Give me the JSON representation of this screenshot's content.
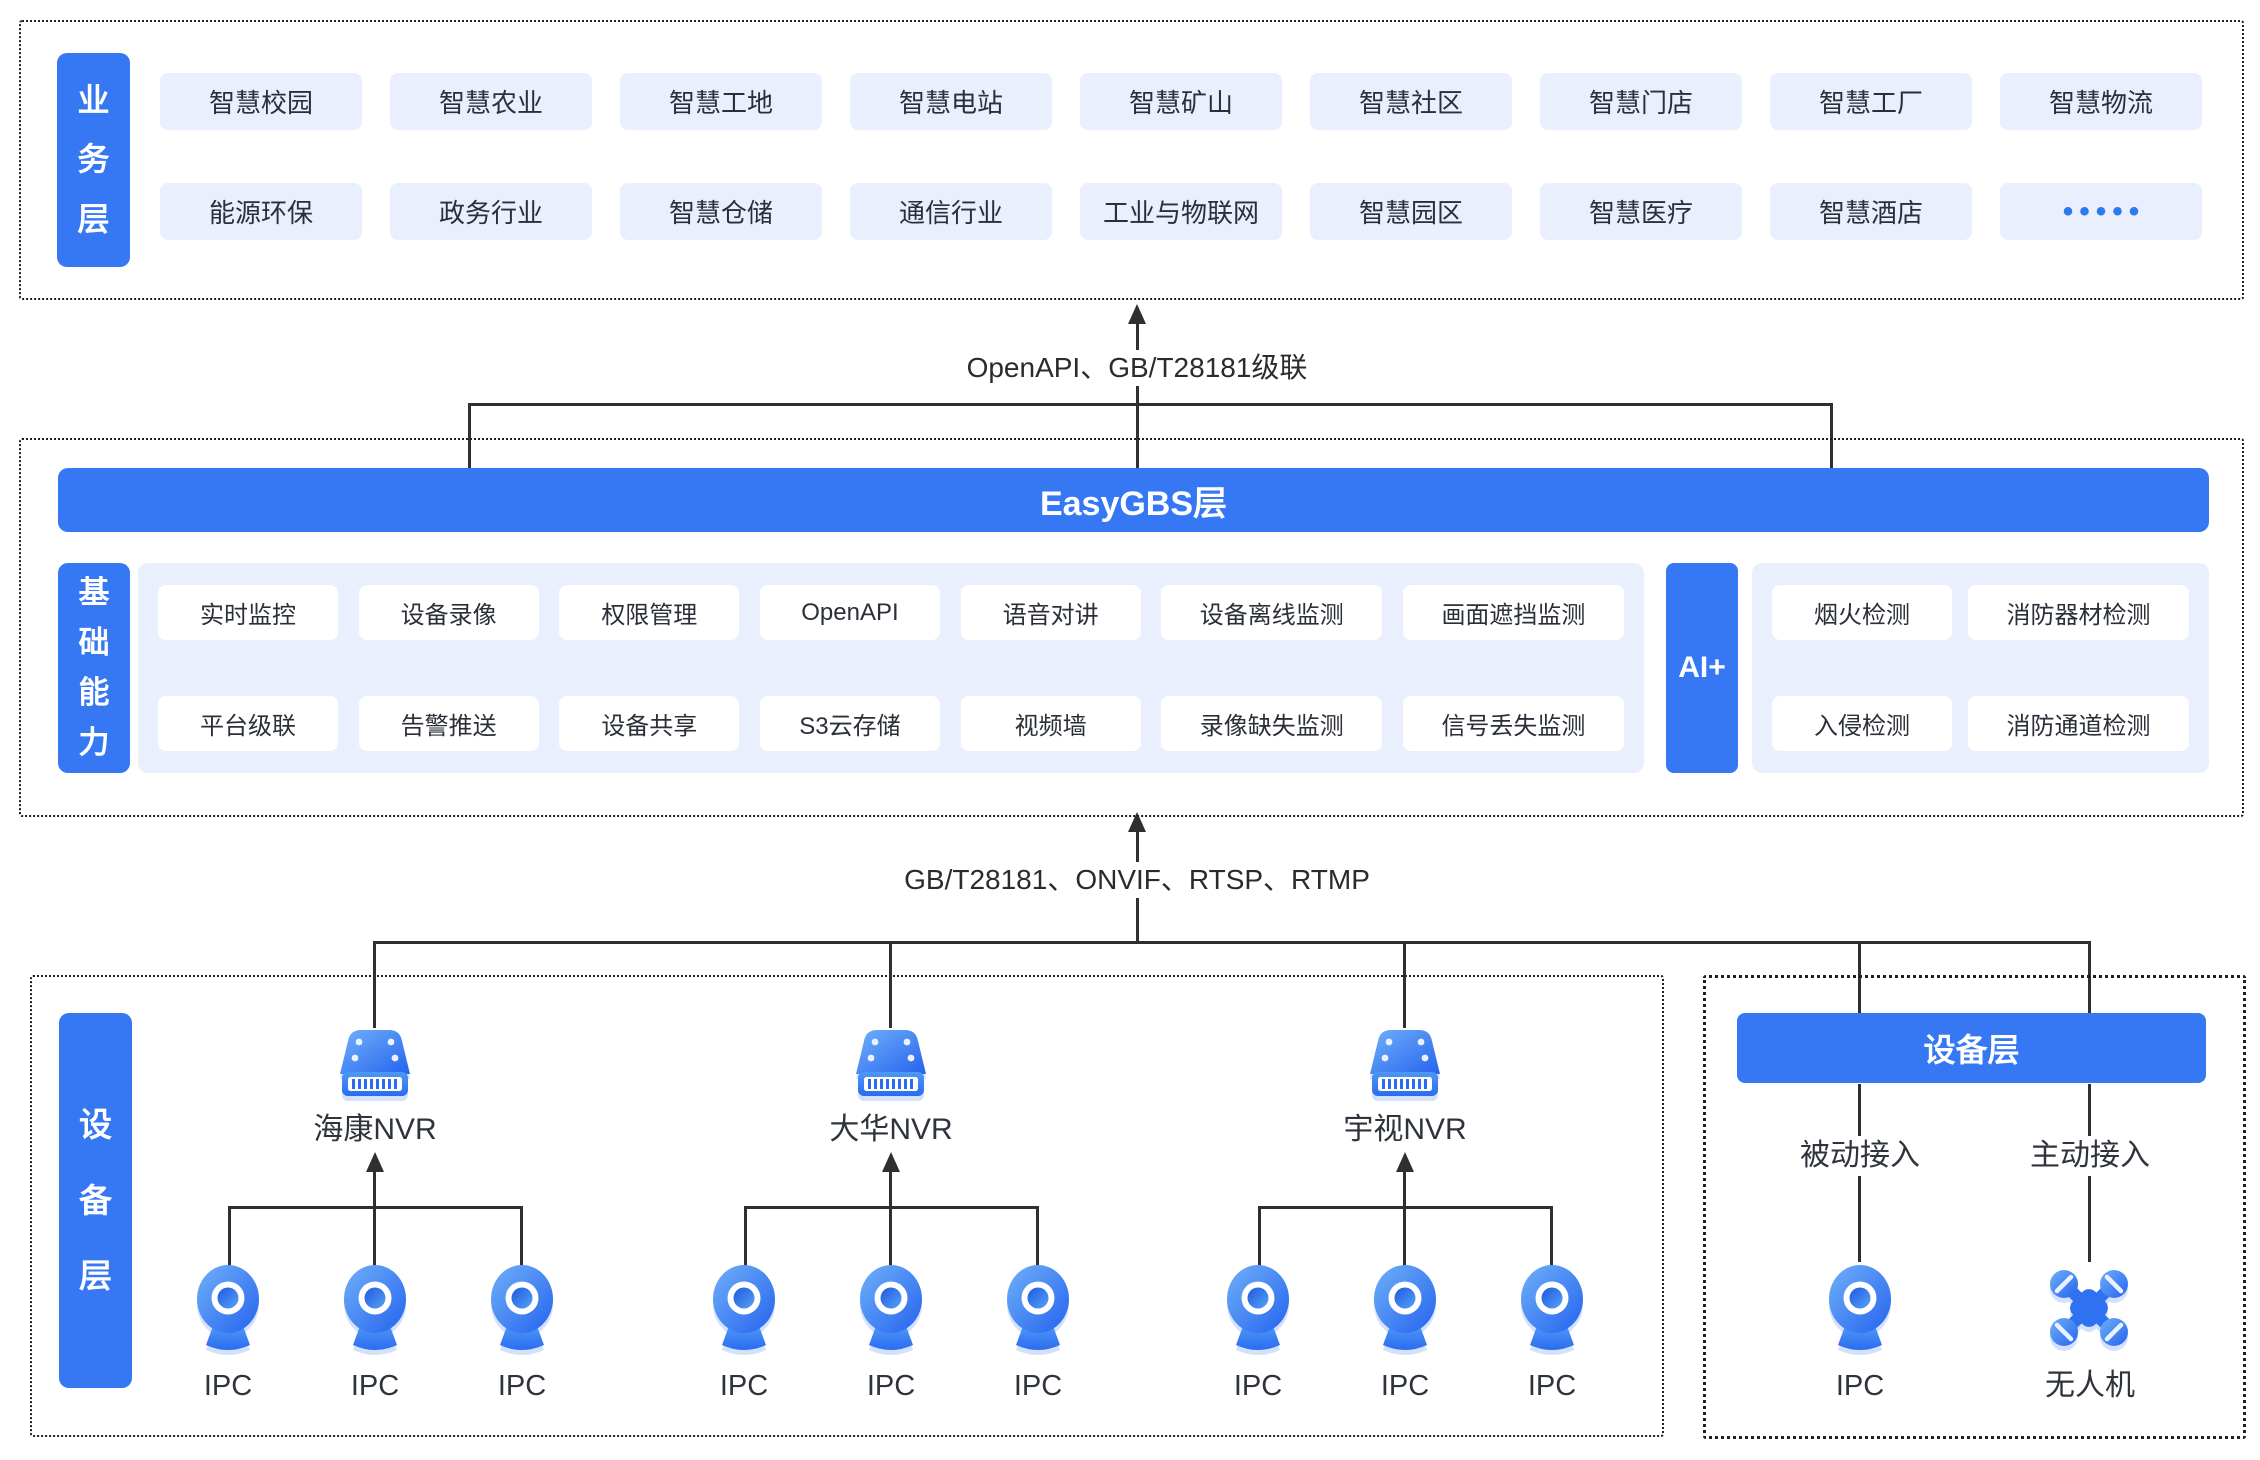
{
  "business_layer": {
    "label": "业务层",
    "row1": [
      "智慧校园",
      "智慧农业",
      "智慧工地",
      "智慧电站",
      "智慧矿山",
      "智慧社区",
      "智慧门店",
      "智慧工厂",
      "智慧物流"
    ],
    "row2": [
      "能源环保",
      "政务行业",
      "智慧仓储",
      "通信行业",
      "工业与物联网",
      "智慧园区",
      "智慧医疗",
      "智慧酒店",
      "•••••"
    ]
  },
  "link_top": {
    "label": "OpenAPI、GB/T28181级联"
  },
  "easygbs": {
    "title": "EasyGBS层",
    "label": "基础能力",
    "row1": [
      "实时监控",
      "设备录像",
      "权限管理",
      "OpenAPI",
      "语音对讲",
      "设备离线监测",
      "画面遮挡监测"
    ],
    "row2": [
      "平台级联",
      "告警推送",
      "设备共享",
      "S3云存储",
      "视频墙",
      "录像缺失监测",
      "信号丢失监测"
    ],
    "ai_label": "AI+",
    "ai_row1": [
      "烟火检测",
      "消防器材检测"
    ],
    "ai_row2": [
      "入侵检测",
      "消防通道检测"
    ]
  },
  "link_bottom": {
    "label": "GB/T28181、ONVIF、RTSP、RTMP"
  },
  "device_layer": {
    "label": "设备层",
    "nvrs": [
      "海康NVR",
      "大华NVR",
      "宇视NVR"
    ],
    "ipc": "IPC"
  },
  "device_panel": {
    "title": "设备层",
    "passive": "被动接入",
    "active": "主动接入",
    "ipc": "IPC",
    "drone": "无人机"
  },
  "colors": {
    "primary": "#3677f3",
    "chip_bg": "#e9effc",
    "panel_bg": "#e9effc",
    "line": "#2f2f2f",
    "dots": "#2b7af0",
    "text_dark": "#2b2f38"
  }
}
